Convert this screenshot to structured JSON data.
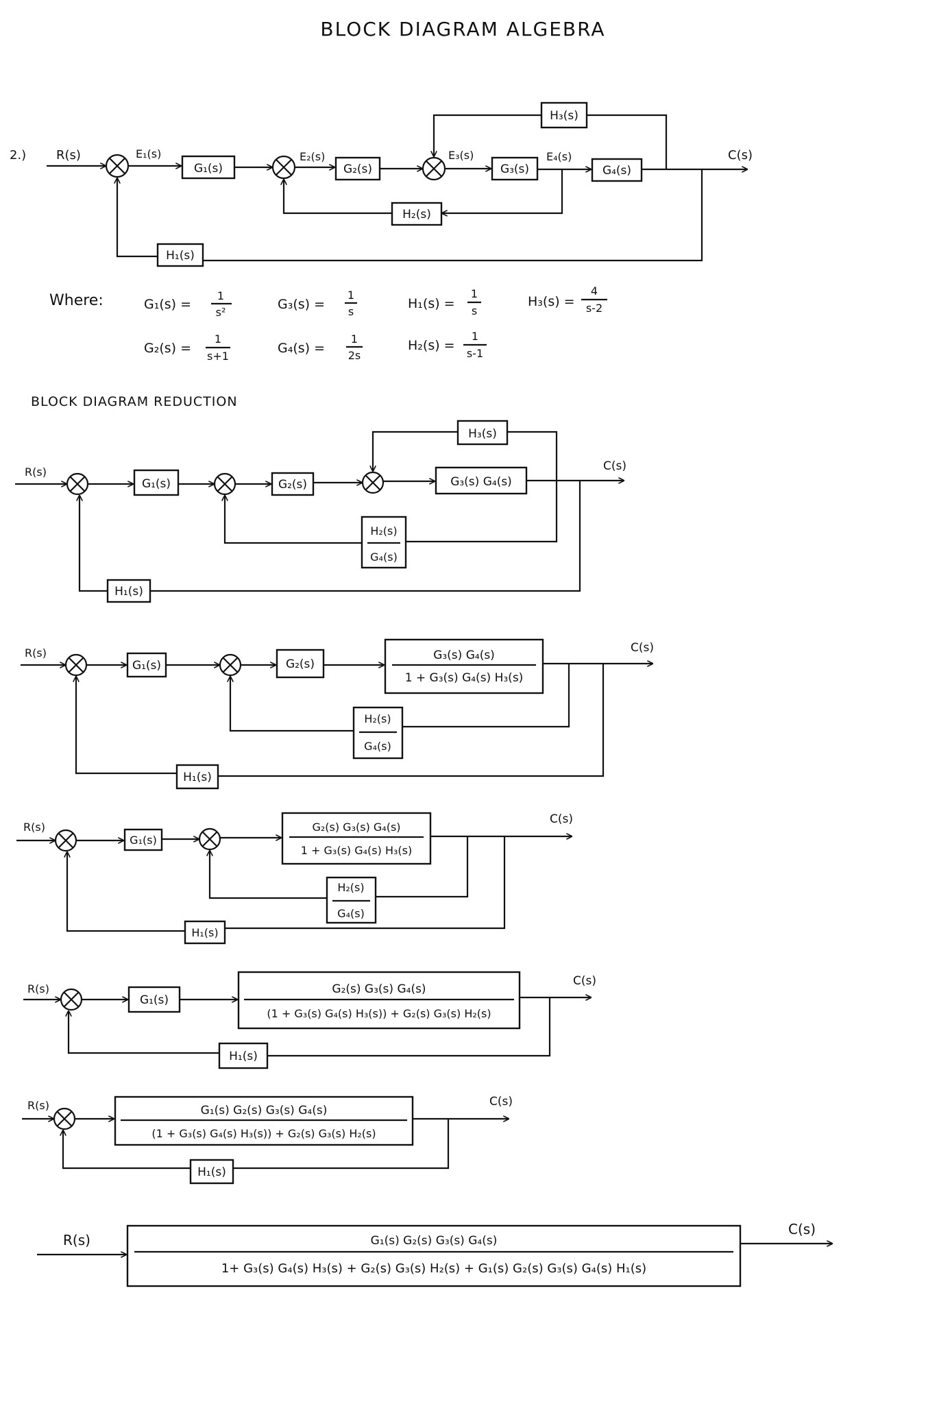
{
  "title": "BLOCK DIAGRAM ALGEBRA",
  "problem_number": "2.)",
  "subtitle": "BLOCK DIAGRAM REDUCTION",
  "signals": {
    "input": "R(s)",
    "output": "C(s)",
    "e1": "E₁(s)",
    "e2": "E₂(s)",
    "e3": "E₃(s)",
    "e4": "E₄(s)"
  },
  "blocks": {
    "g1": "G₁(s)",
    "g2": "G₂(s)",
    "g3": "G₃(s)",
    "g4": "G₄(s)",
    "h1": "H₁(s)",
    "h2": "H₂(s)",
    "h3": "H₃(s)",
    "g3g4": "G₃(s) G₄(s)",
    "h2_over_g4": {
      "num": "H₂(s)",
      "den": "G₄(s)"
    },
    "inner_loop": {
      "num": "G₃(s) G₄(s)",
      "den": "1 + G₃(s) G₄(s) H₃(s)"
    },
    "g2_series": {
      "num": "G₂(s) G₃(s) G₄(s)",
      "den": "1 + G₃(s) G₄(s) H₃(s)"
    },
    "middle_loop": {
      "num": "G₂(s) G₃(s) G₄(s)",
      "den": "(1 + G₃(s) G₄(s) H₃(s)) + G₂(s) G₃(s) H₂(s)"
    },
    "g1_series": {
      "num": "G₁(s) G₂(s) G₃(s) G₄(s)",
      "den": "(1 + G₃(s) G₄(s) H₃(s)) + G₂(s) G₃(s) H₂(s)"
    },
    "final": {
      "num": "G₁(s) G₂(s) G₃(s) G₄(s)",
      "den": "1+ G₃(s) G₄(s) H₃(s) + G₂(s) G₃(s) H₂(s) + G₁(s) G₂(s) G₃(s) G₄(s) H₁(s)"
    }
  },
  "definitions": {
    "where_label": "Where:",
    "g1": {
      "lhs": "G₁(s) =",
      "num": "1",
      "den": "s²"
    },
    "g2": {
      "lhs": "G₂(s) =",
      "num": "1",
      "den": "s+1"
    },
    "g3": {
      "lhs": "G₃(s) =",
      "num": "1",
      "den": "s"
    },
    "g4": {
      "lhs": "G₄(s) =",
      "num": "1",
      "den": "2s"
    },
    "h1": {
      "lhs": "H₁(s) =",
      "num": "1",
      "den": "s"
    },
    "h2": {
      "lhs": "H₂(s) =",
      "num": "1",
      "den": "s-1"
    },
    "h3": {
      "lhs": "H₃(s) =",
      "num": "4",
      "den": "s-2"
    }
  }
}
